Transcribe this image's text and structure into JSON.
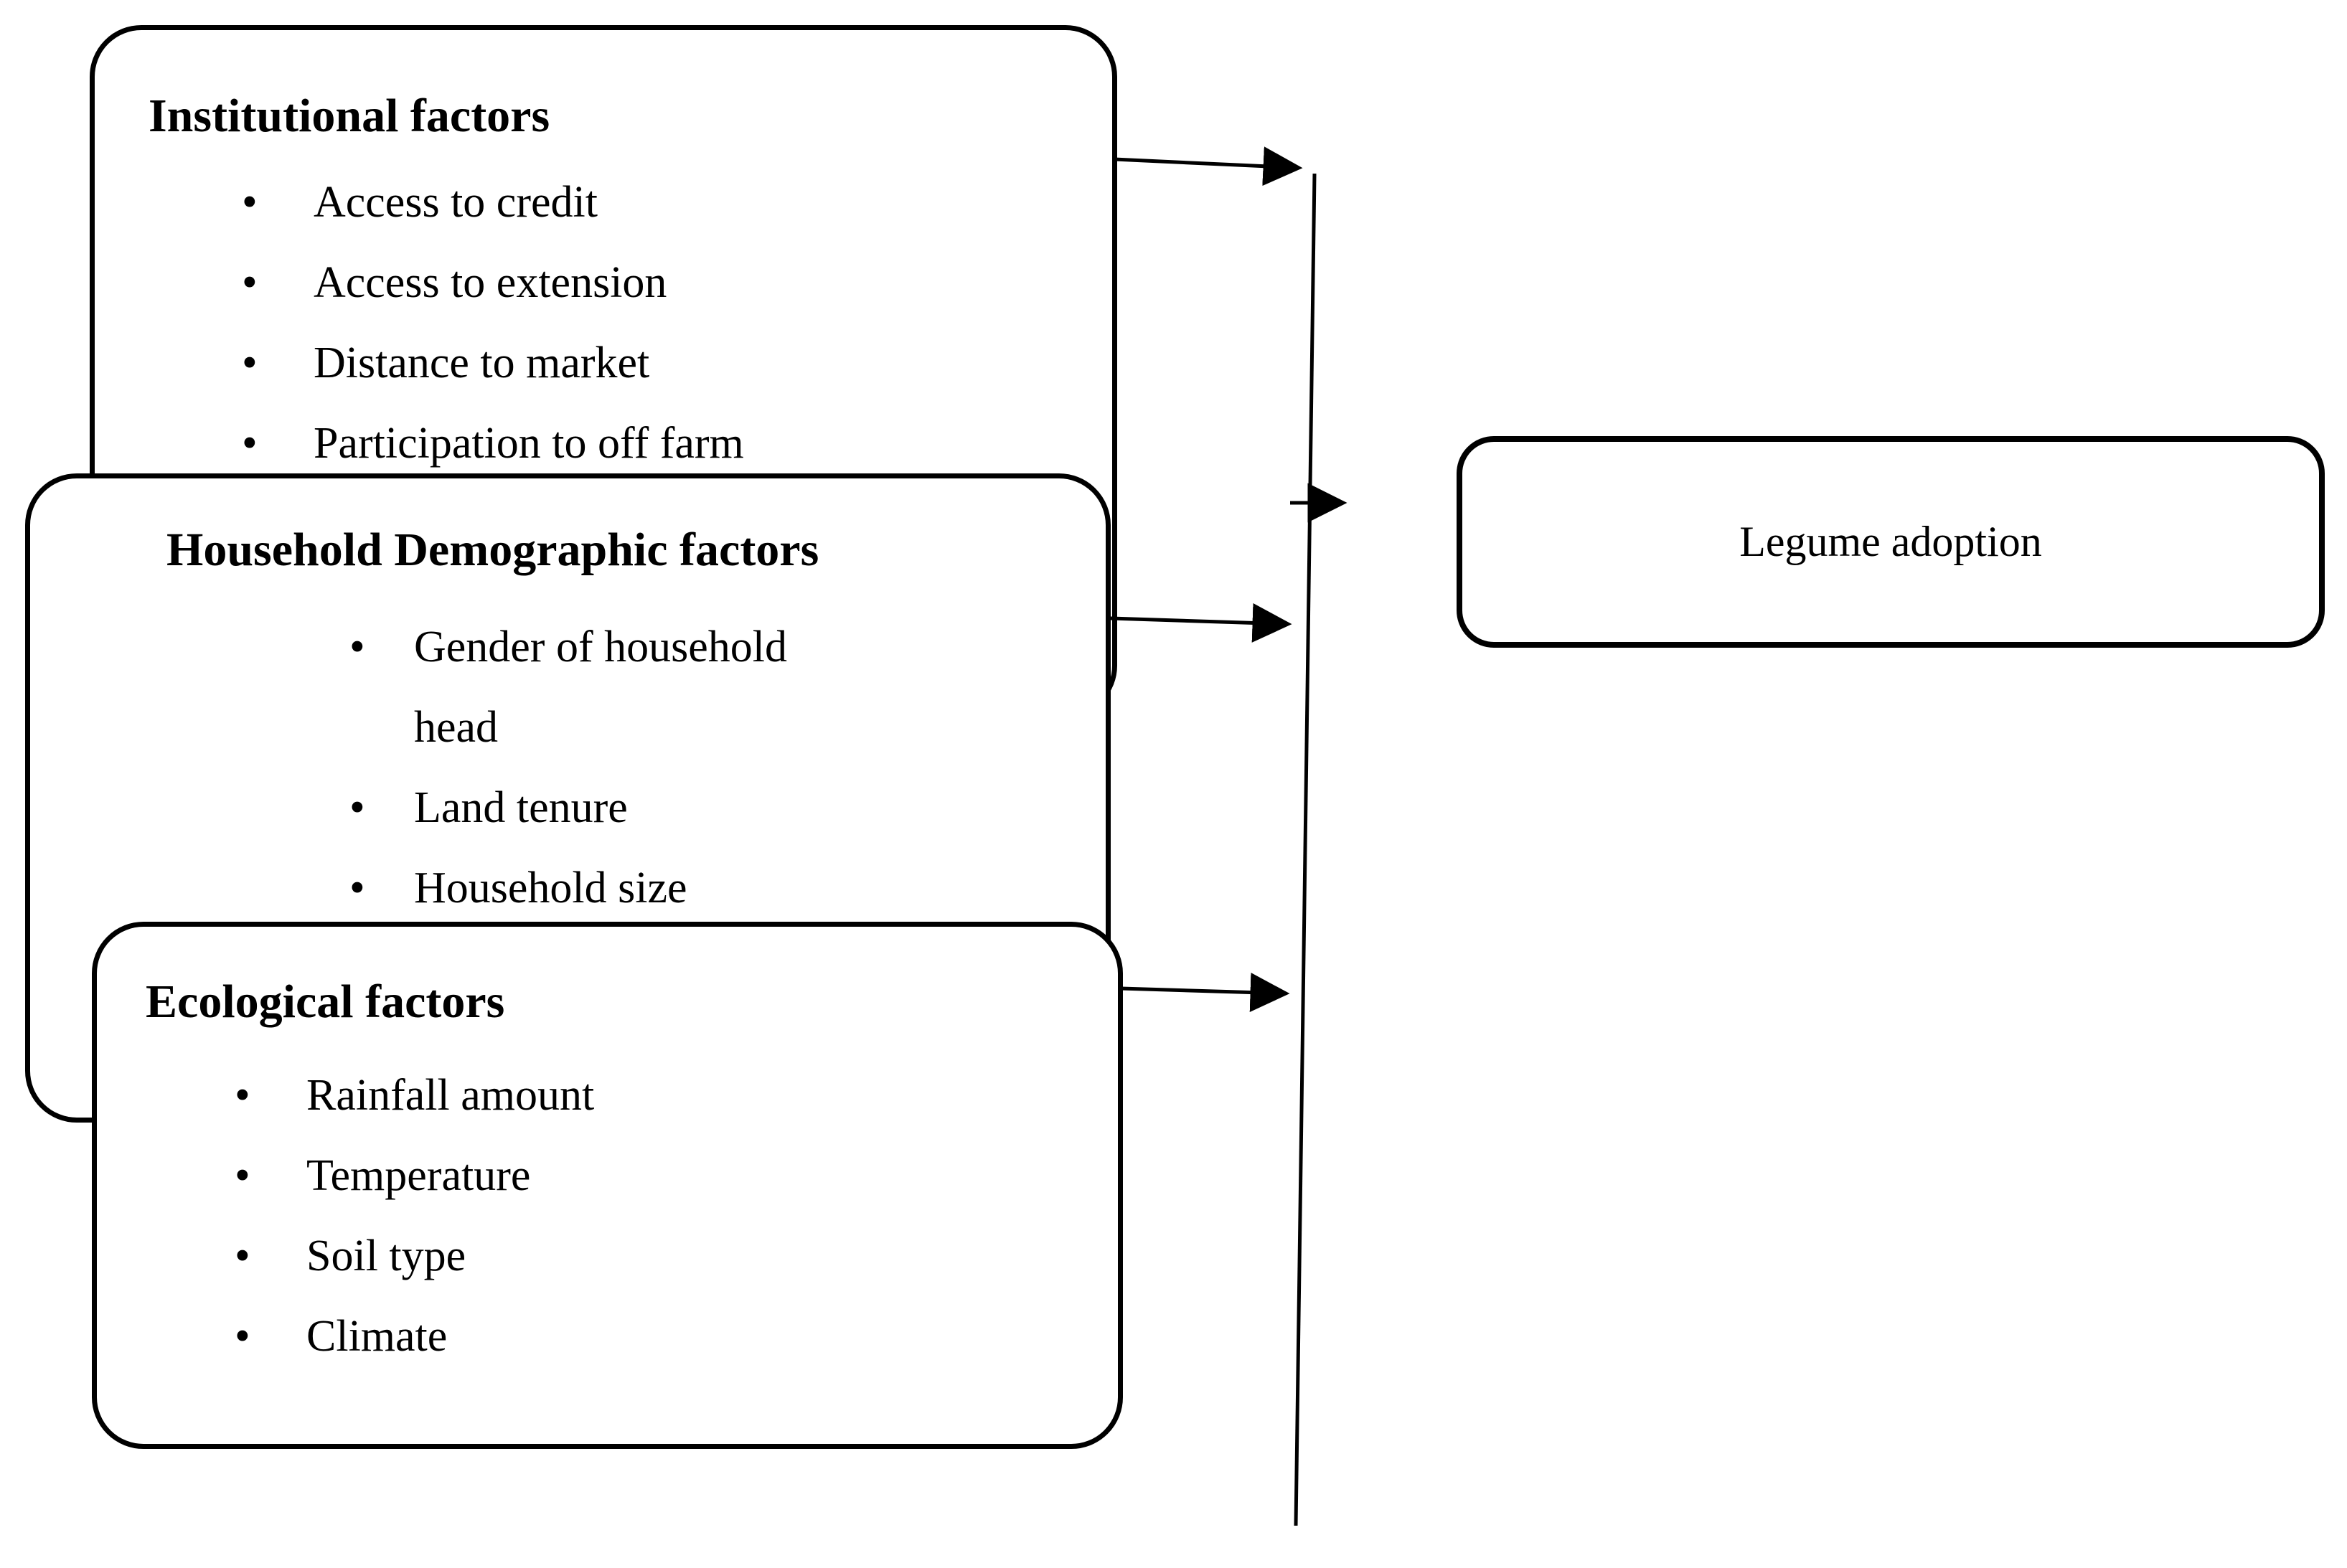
{
  "diagram": {
    "boxes": [
      {
        "title": "Institutional factors",
        "items": [
          "Access to credit",
          "Access to extension",
          "Distance to market",
          "Participation to off farm"
        ]
      },
      {
        "title": "Household Demographic factors",
        "items": [
          "Gender of household head",
          "Land tenure",
          "Household size"
        ]
      },
      {
        "title": "Ecological factors",
        "items": [
          "Rainfall amount",
          "Temperature",
          "Soil type",
          "Climate"
        ]
      }
    ],
    "outcome": {
      "label": "Legume adoption"
    },
    "bullet_glyph": "•",
    "colors": {
      "stroke": "#000000",
      "background": "#ffffff"
    }
  }
}
